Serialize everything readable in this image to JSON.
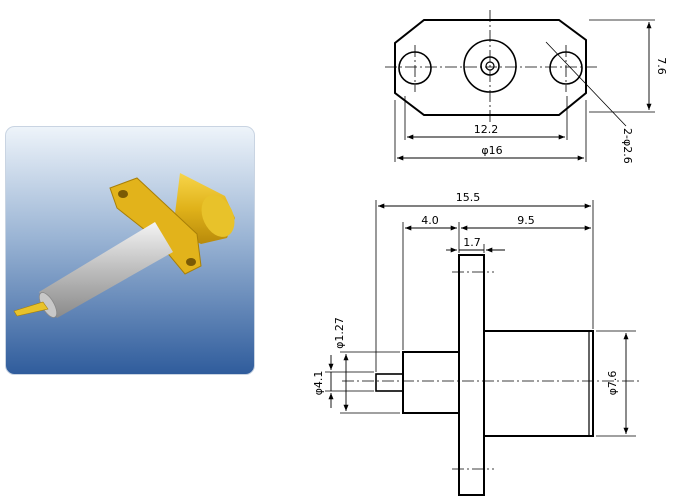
{
  "photo": {
    "icon": "sma-connector-photo"
  },
  "top_view": {
    "height_dim": "7.6",
    "hole_spacing_dim": "12.2",
    "overall_width_dim": "φ16",
    "hole_callout": "2-φ2.6"
  },
  "side_view": {
    "overall_length_dim": "15.5",
    "rear_length_dim": "4.0",
    "front_length_dim": "9.5",
    "flange_thickness_dim": "1.7",
    "pin_diameter_dim": "φ1.27",
    "rear_body_diameter_dim": "φ4.1",
    "front_body_diameter_dim": "φ7.6"
  }
}
